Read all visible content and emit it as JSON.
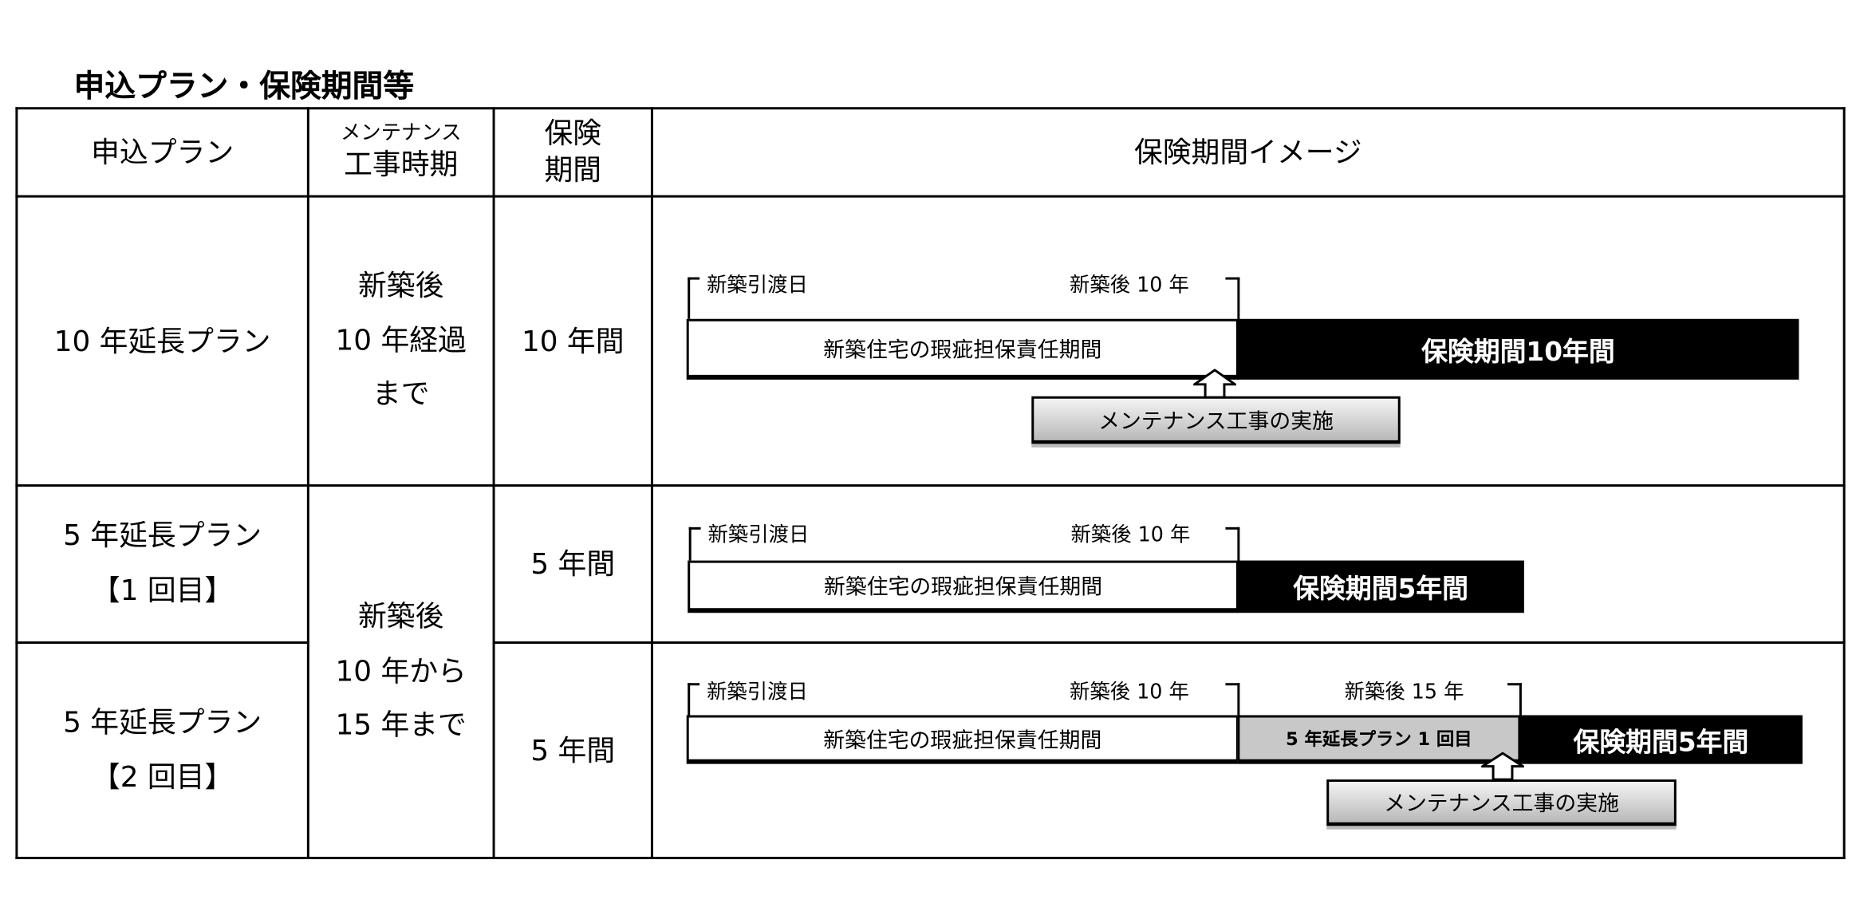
{
  "title": "申込プラン・保険期間等",
  "headers": {
    "plan": "申込プラン",
    "maint_line1": "メンテナンス",
    "maint_line2": "工事時期",
    "period_line1": "保険",
    "period_line2": "期間",
    "image": "保険期間イメージ"
  },
  "rows": [
    {
      "plan_line1": "10 年延長プラン",
      "maint": [
        "新築後",
        "10 年経過",
        "まで"
      ],
      "period": "10 年間"
    },
    {
      "plan_line1": "5 年延長プラン",
      "plan_line2": "【1 回目】",
      "period": "5 年間"
    },
    {
      "plan_line1": "5 年延長プラン",
      "plan_line2": "【2 回目】",
      "period": "5 年間"
    }
  ],
  "maint_merged": [
    "新築後",
    "10 年から",
    "15 年まで"
  ],
  "diagram": {
    "handover": "新築引渡日",
    "after10": "新築後 10 年",
    "after15": "新築後 15 年",
    "defect_period": "新築住宅の瑕疵担保責任期間",
    "ins10": "保険期間10年間",
    "ins5": "保険期間5年間",
    "plan1": "5 年延長プラン 1 回目",
    "maintenance": "メンテナンス工事の実施"
  }
}
